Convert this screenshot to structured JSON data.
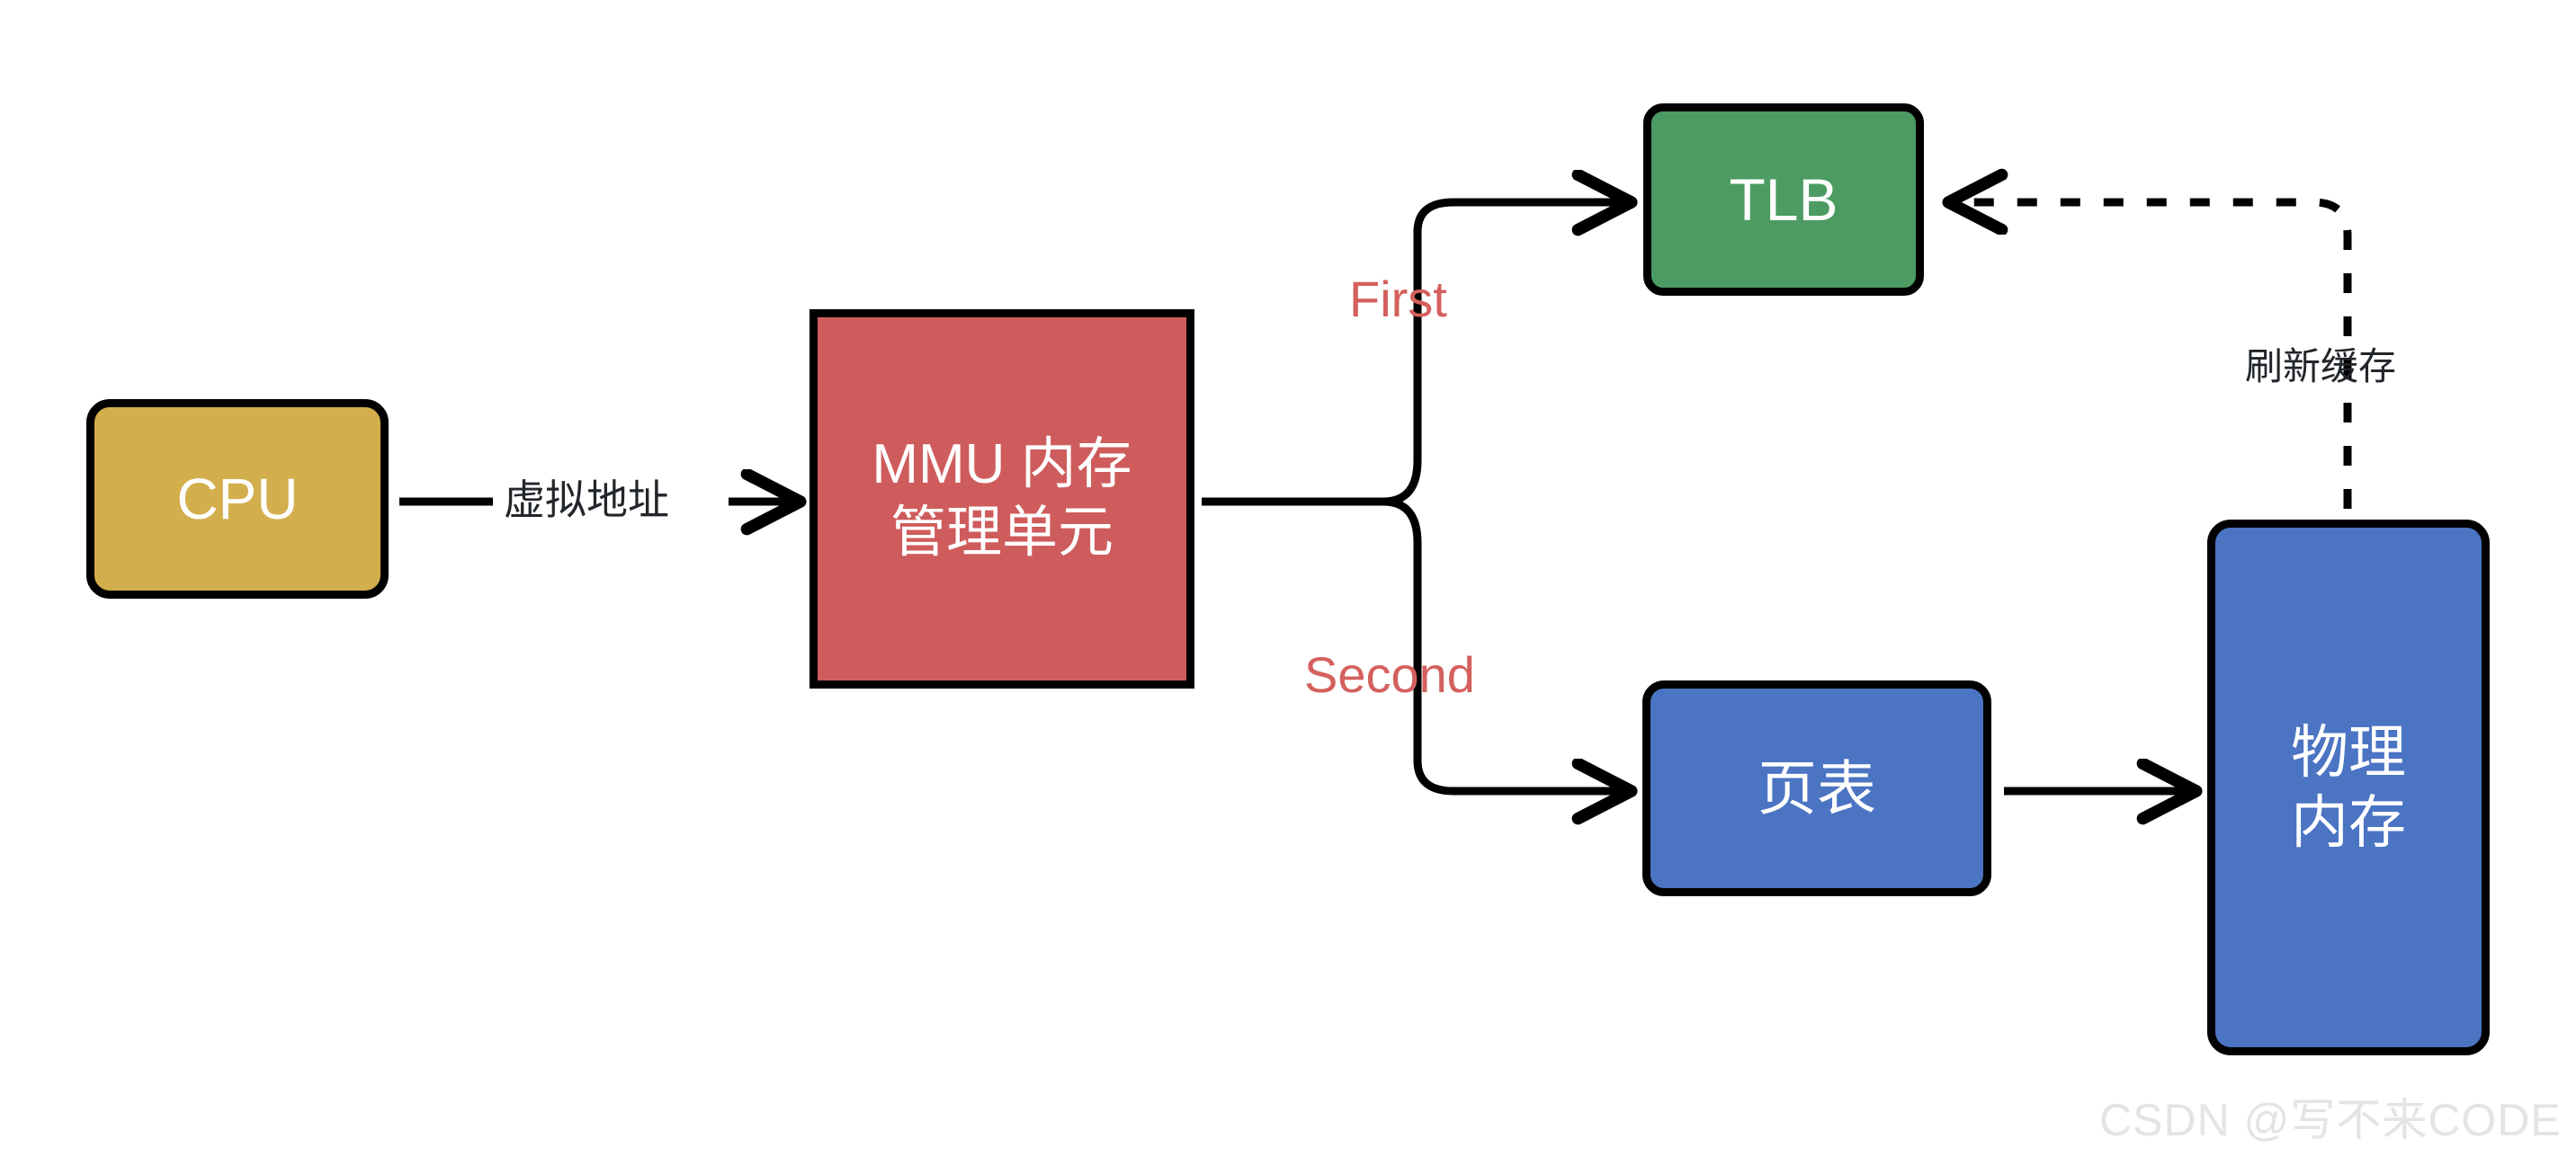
{
  "diagram": {
    "title": "CPU virtual-to-physical address translation via MMU, TLB and page table",
    "background_color": "#FFFFFF",
    "stroke_color": "#000000"
  },
  "nodes": {
    "cpu": {
      "label": "CPU",
      "color": "#D3AE4C",
      "text_color": "#FFFFFF"
    },
    "mmu": {
      "label": "MMU 内存\n管理单元",
      "color": "#CF5C5C",
      "text_color": "#FFFFFF"
    },
    "tlb": {
      "label": "TLB",
      "color": "#4C9B63",
      "text_color": "#FFFFFF"
    },
    "page_table": {
      "label": "页表",
      "color": "#4B74C3",
      "text_color": "#FFFFFF"
    },
    "physical_memory": {
      "label": "物理\n内存",
      "color": "#4B74C3",
      "text_color": "#FFFFFF"
    }
  },
  "edges": {
    "cpu_to_mmu": {
      "label": "虚拟地址",
      "color": "#22262B",
      "style": "solid"
    },
    "mmu_to_tlb": {
      "label": "First",
      "color": "#D4605D",
      "style": "solid"
    },
    "mmu_to_page_table": {
      "label": "Second",
      "color": "#D4605D",
      "style": "solid"
    },
    "page_table_to_memory": {
      "label": "",
      "color": "#000000",
      "style": "solid"
    },
    "memory_to_tlb": {
      "label": "刷新缓存",
      "color": "#22262B",
      "style": "dashed"
    }
  },
  "watermark": {
    "text": "CSDN @写不来CODE",
    "color": "#E4E4E4"
  }
}
